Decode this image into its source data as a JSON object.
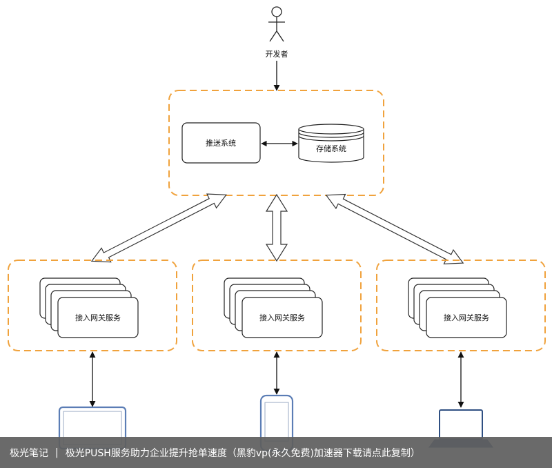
{
  "diagram": {
    "developer_label": "开发者",
    "push_system_label": "推送系统",
    "storage_system_label": "存储系统",
    "gateways": [
      {
        "label": "接入网关服务"
      },
      {
        "label": "接入网关服务"
      },
      {
        "label": "接入网关服务"
      }
    ],
    "devices": [
      {
        "icon": "tablet-icon"
      },
      {
        "icon": "phone-icon"
      },
      {
        "icon": "laptop-icon"
      }
    ],
    "colors": {
      "dashed_border": "#F0A23C",
      "stroke": "#222222",
      "device_frame": "#5B7DB5"
    }
  },
  "banner": {
    "site_name": "极光笔记",
    "separator": "|",
    "article_title": "极光PUSH服务助力企业提升抢单速度",
    "ad_text": "（黑豹vp(永久免费)加速器下载请点此复制）"
  }
}
